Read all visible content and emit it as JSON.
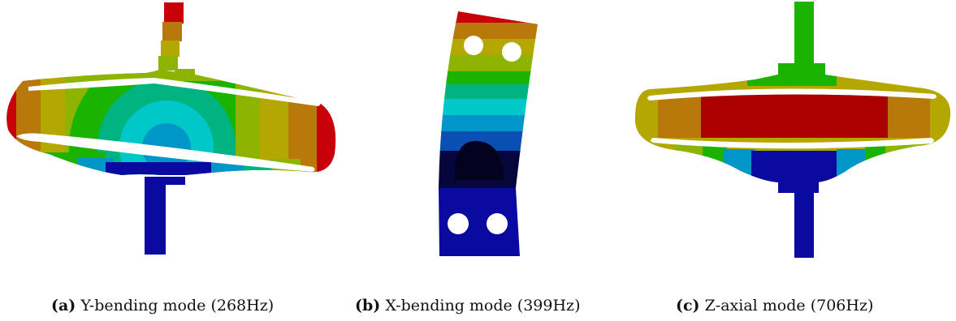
{
  "figures": [
    {
      "label": "(a)",
      "caption": "Y-bending mode (268Hz)",
      "icon": "fem-mode-shape-y-bending"
    },
    {
      "label": "(b)",
      "caption": "X-bending mode (399Hz)",
      "icon": "fem-mode-shape-x-bending"
    },
    {
      "label": "(c)",
      "caption": "Z-axial mode (706Hz)",
      "icon": "fem-mode-shape-z-axial"
    }
  ],
  "colormap": {
    "red": "#c8000a",
    "dark_orange": "#b8780a",
    "olive": "#b4a800",
    "yellow_green": "#8cb400",
    "green": "#1ab400",
    "green_cyan": "#00b482",
    "cyan": "#00c8c8",
    "blue_cyan": "#0096c8",
    "blue": "#0a50b4",
    "dark_blue": "#0a0aa0",
    "navy": "#06063c"
  }
}
